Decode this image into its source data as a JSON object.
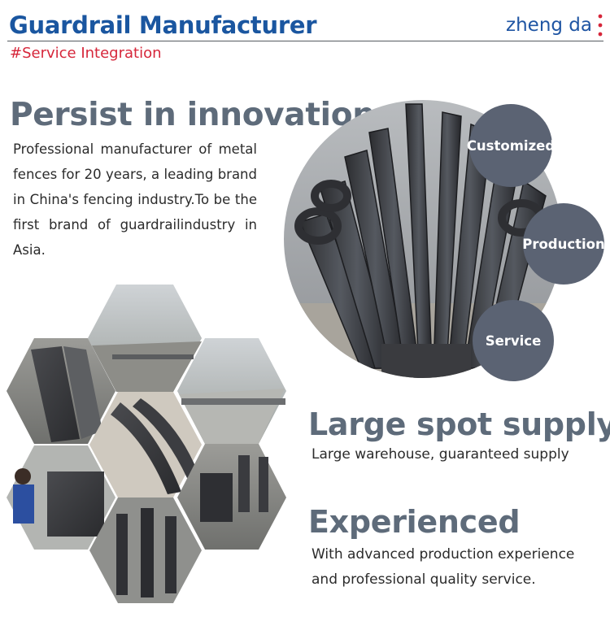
{
  "header": {
    "title": "Guardrail Manufacturer",
    "brand": "zheng da",
    "tag": "#Service Integration"
  },
  "innovation": {
    "heading": "Persist in innovation",
    "body": "Professional manufacturer of metal fences for 20 years, a leading brand in China's fencing industry.To be the first brand of guardrailindustry in Asia."
  },
  "bubbles": {
    "customized": "Customized",
    "production": "Production",
    "service": "Service"
  },
  "supply": {
    "heading": "Large spot supply",
    "body": "Large warehouse, guaranteed supply"
  },
  "experience": {
    "heading": "Experienced",
    "body": "With advanced production experience and professional quality service."
  },
  "colors": {
    "title_blue": "#1a56a0",
    "tag_red": "#d6263a",
    "heading_gray": "#5e6b7a",
    "bubble_gray": "#5b6373"
  }
}
